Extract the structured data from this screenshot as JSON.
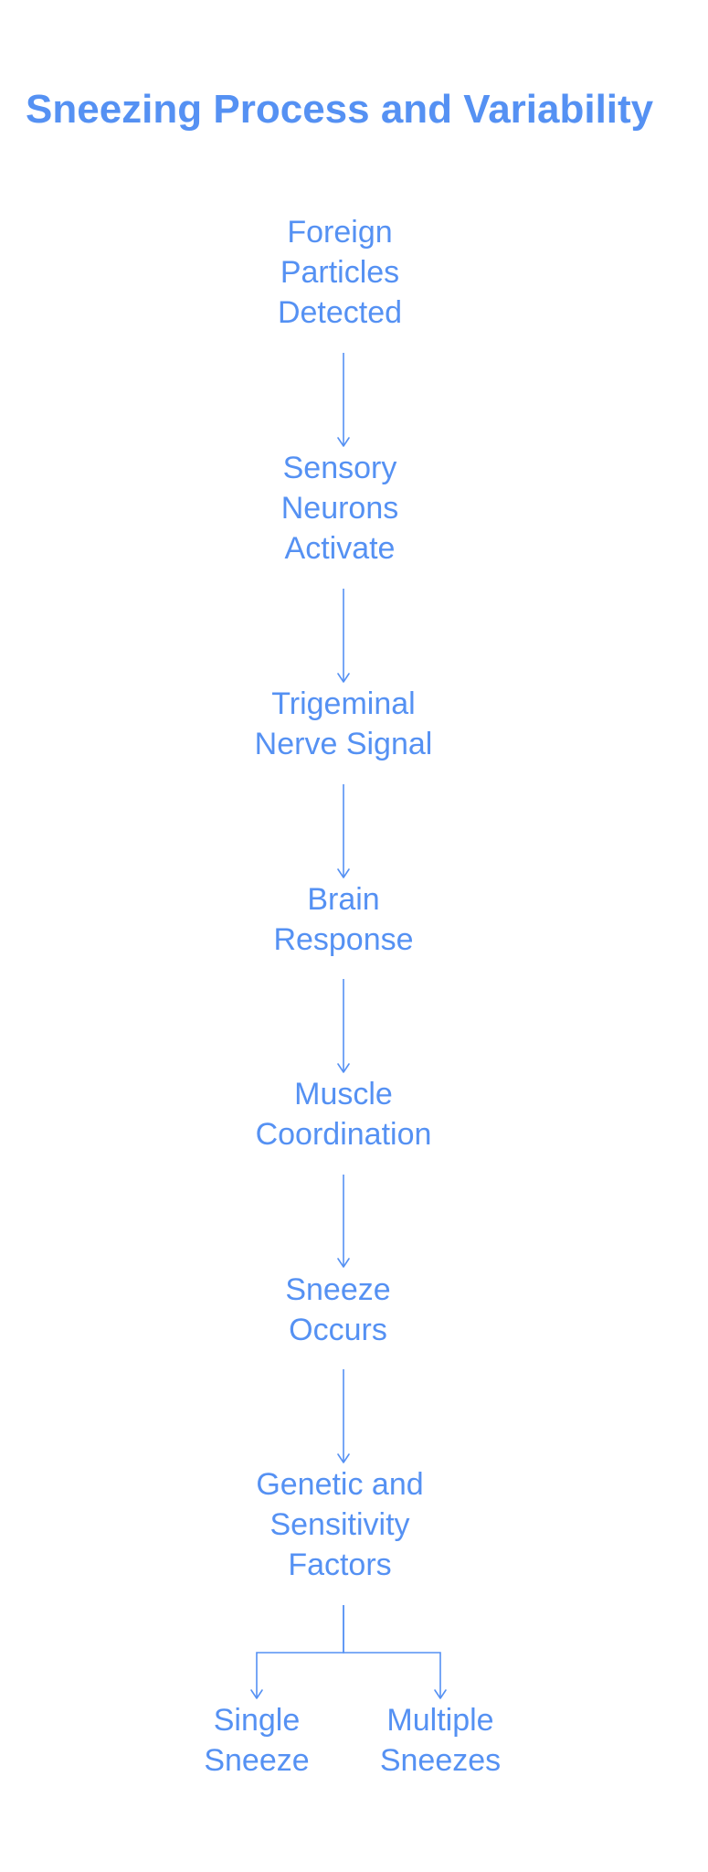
{
  "title": "Sneezing Process and Variability",
  "colors": {
    "accent": "#5591f3"
  },
  "nodes": [
    {
      "id": "foreign-particles",
      "lines": [
        "Foreign",
        "Particles",
        "Detected"
      ]
    },
    {
      "id": "sensory-neurons",
      "lines": [
        "Sensory",
        "Neurons",
        "Activate"
      ]
    },
    {
      "id": "trigeminal-nerve",
      "lines": [
        "Trigeminal",
        "Nerve Signal"
      ]
    },
    {
      "id": "brain-response",
      "lines": [
        "Brain",
        "Response"
      ]
    },
    {
      "id": "muscle-coordination",
      "lines": [
        "Muscle",
        "Coordination"
      ]
    },
    {
      "id": "sneeze-occurs",
      "lines": [
        "Sneeze",
        "Occurs"
      ]
    },
    {
      "id": "genetic-factors",
      "lines": [
        "Genetic and",
        "Sensitivity",
        "Factors"
      ]
    },
    {
      "id": "single-sneeze",
      "lines": [
        "Single",
        "Sneeze"
      ]
    },
    {
      "id": "multiple-sneezes",
      "lines": [
        "Multiple",
        "Sneezes"
      ]
    }
  ],
  "edges": [
    {
      "from": "foreign-particles",
      "to": "sensory-neurons"
    },
    {
      "from": "sensory-neurons",
      "to": "trigeminal-nerve"
    },
    {
      "from": "trigeminal-nerve",
      "to": "brain-response"
    },
    {
      "from": "brain-response",
      "to": "muscle-coordination"
    },
    {
      "from": "muscle-coordination",
      "to": "sneeze-occurs"
    },
    {
      "from": "sneeze-occurs",
      "to": "genetic-factors"
    },
    {
      "from": "genetic-factors",
      "to": "single-sneeze"
    },
    {
      "from": "genetic-factors",
      "to": "multiple-sneezes"
    }
  ]
}
